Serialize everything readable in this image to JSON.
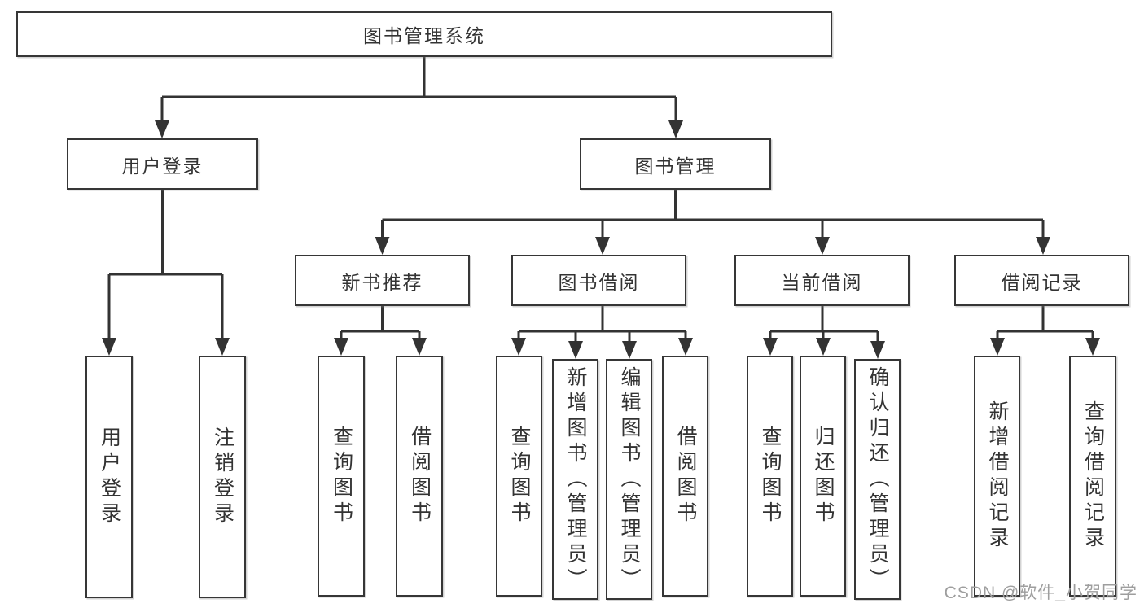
{
  "diagram": {
    "title": "图书管理系统",
    "branches": [
      {
        "label": "用户登录",
        "children": [
          "用户登录",
          "注销登录"
        ]
      },
      {
        "label": "图书管理",
        "children": [
          {
            "label": "新书推荐",
            "children": [
              "查询图书",
              "借阅图书"
            ]
          },
          {
            "label": "图书借阅",
            "children": [
              "查询图书",
              "新增图书（管理员）",
              "编辑图书（管理员）",
              "借阅图书"
            ]
          },
          {
            "label": "当前借阅",
            "children": [
              "查询图书",
              "归还图书",
              "确认归还（管理员）"
            ]
          },
          {
            "label": "借阅记录",
            "children": [
              "新增借阅记录",
              "查询借阅记录"
            ]
          }
        ]
      }
    ],
    "colors": {
      "line": "#333333",
      "box_border": "#363636",
      "box_fill": "#ffffff",
      "text": "#333333",
      "watermark": "#9e9e9e"
    }
  },
  "watermark": {
    "text": "CSDN @软件_小贺同学"
  }
}
